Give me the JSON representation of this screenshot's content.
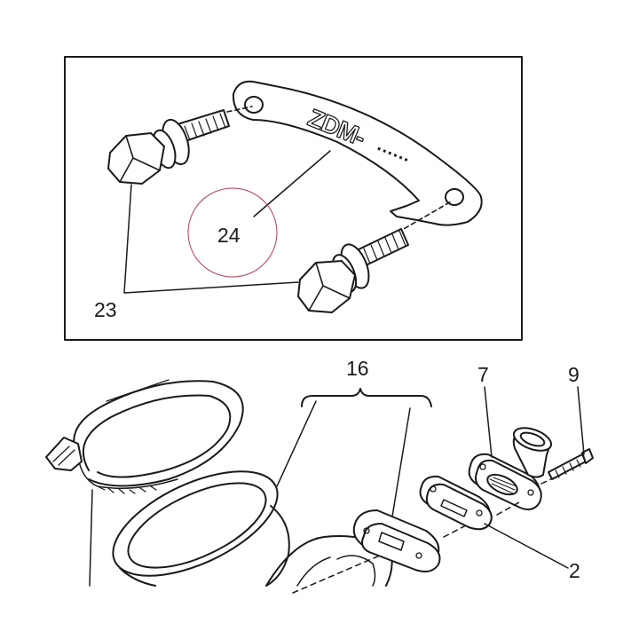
{
  "plate": {
    "marking_prefix": "ZDM-",
    "marking_dots": "......"
  },
  "callouts": {
    "c16": "16",
    "c7": "7",
    "c9": "9",
    "c24": "24",
    "c23": "23",
    "c2": "2"
  },
  "colors": {
    "ink": "#1a1a1a",
    "gray_fill": "#dcdcdc",
    "circle_annotation": "#b04050"
  }
}
